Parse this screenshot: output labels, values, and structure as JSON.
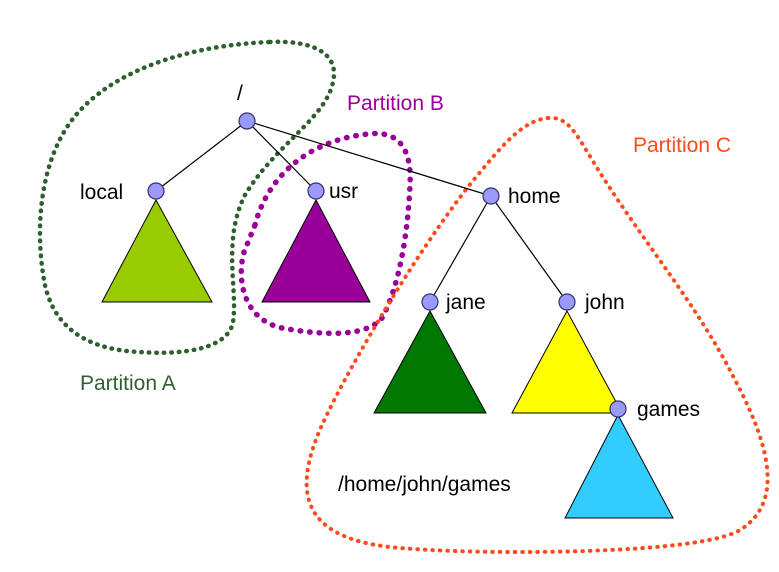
{
  "partitions": {
    "a": {
      "label": "Partition A",
      "color": "#2f5f2f"
    },
    "b": {
      "label": "Partition B",
      "color": "#990099"
    },
    "c": {
      "label": "Partition C",
      "color": "#ff4a1a"
    }
  },
  "nodes": {
    "root": {
      "label": "/"
    },
    "local": {
      "label": "local"
    },
    "usr": {
      "label": "usr"
    },
    "home": {
      "label": "home"
    },
    "jane": {
      "label": "jane"
    },
    "john": {
      "label": "john"
    },
    "games": {
      "label": "games"
    }
  },
  "path_label": "/home/john/games",
  "colors": {
    "node_fill": "#9999ff",
    "node_stroke": "#333366",
    "edge": "#000000",
    "local_subtree": "#99cc00",
    "usr_subtree": "#990099",
    "jane_subtree": "#007700",
    "john_subtree": "#ffff00",
    "games_subtree": "#33ccff"
  }
}
